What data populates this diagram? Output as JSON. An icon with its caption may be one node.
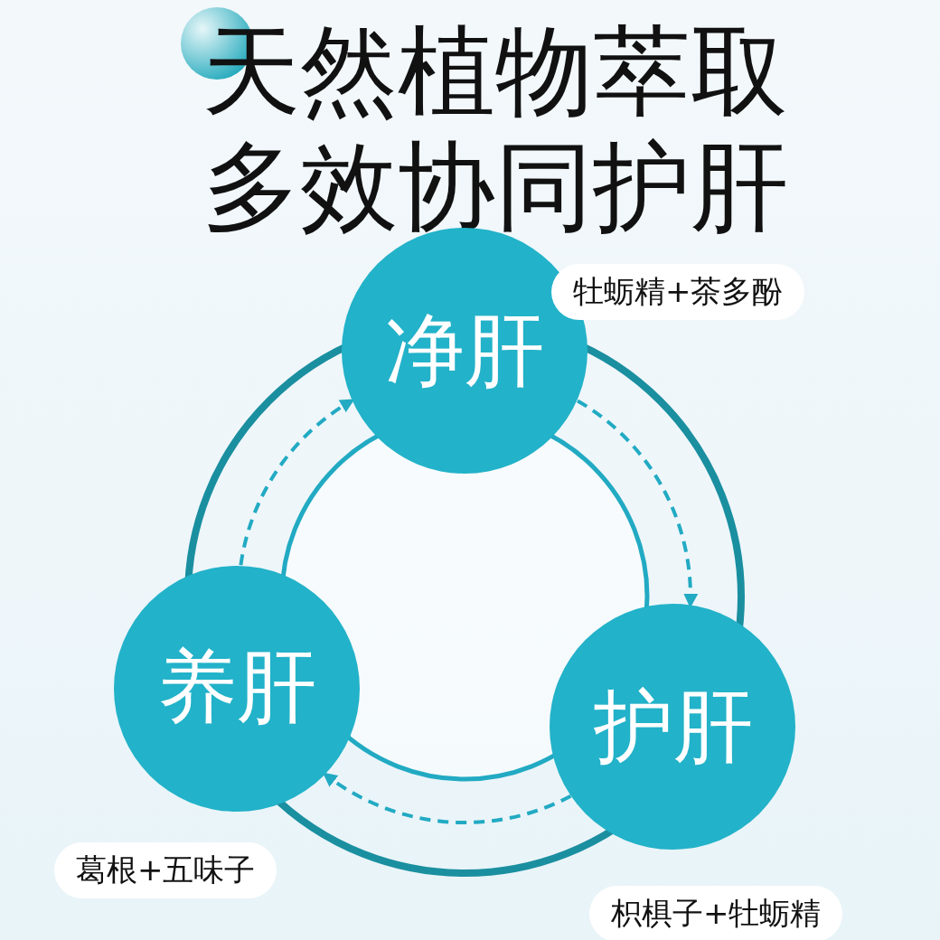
{
  "diagram": {
    "title": "天然植物萃取多效协同护肝",
    "nodes": [
      {
        "text": [
          "净肝"
        ],
        "beside": [
          "牡蛎精+茶多酚"
        ]
      },
      {
        "text": [
          "护肝"
        ],
        "beside": [
          "枳椇子+牡蛎精"
        ]
      },
      {
        "text": [
          "养肝"
        ],
        "beside": [
          "葛根+五味子"
        ]
      }
    ],
    "edges": [
      {
        "from": 0,
        "to": 1,
        "arrow": "to",
        "style": "dashed"
      },
      {
        "from": 1,
        "to": 2,
        "arrow": "to",
        "style": "dashed"
      },
      {
        "from": 2,
        "to": 0,
        "arrow": "to",
        "style": "dashed"
      }
    ]
  }
}
